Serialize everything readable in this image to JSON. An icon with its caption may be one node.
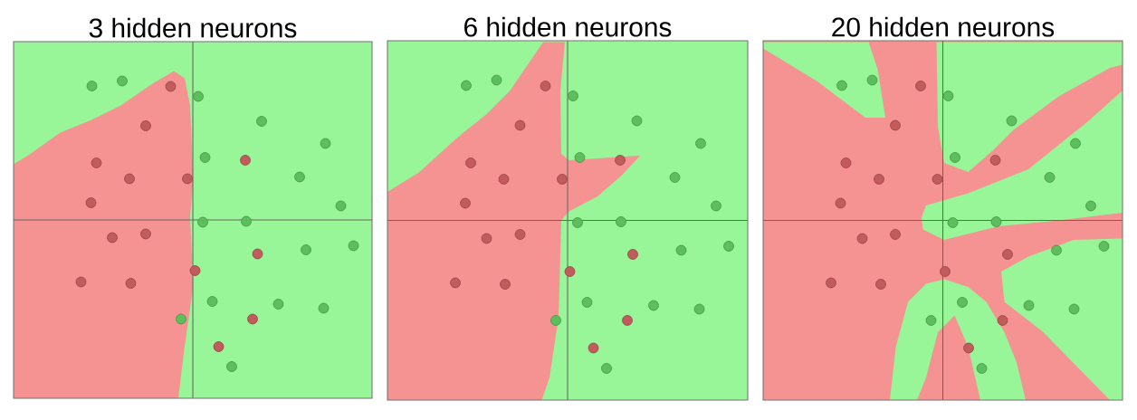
{
  "diagram": {
    "nodes": [
      {
        "text": [
          "3 hidden neurons"
        ]
      },
      {
        "text": [
          "6 hidden neurons"
        ]
      },
      {
        "text": [
          "20 hidden neurons"
        ]
      }
    ]
  }
}
